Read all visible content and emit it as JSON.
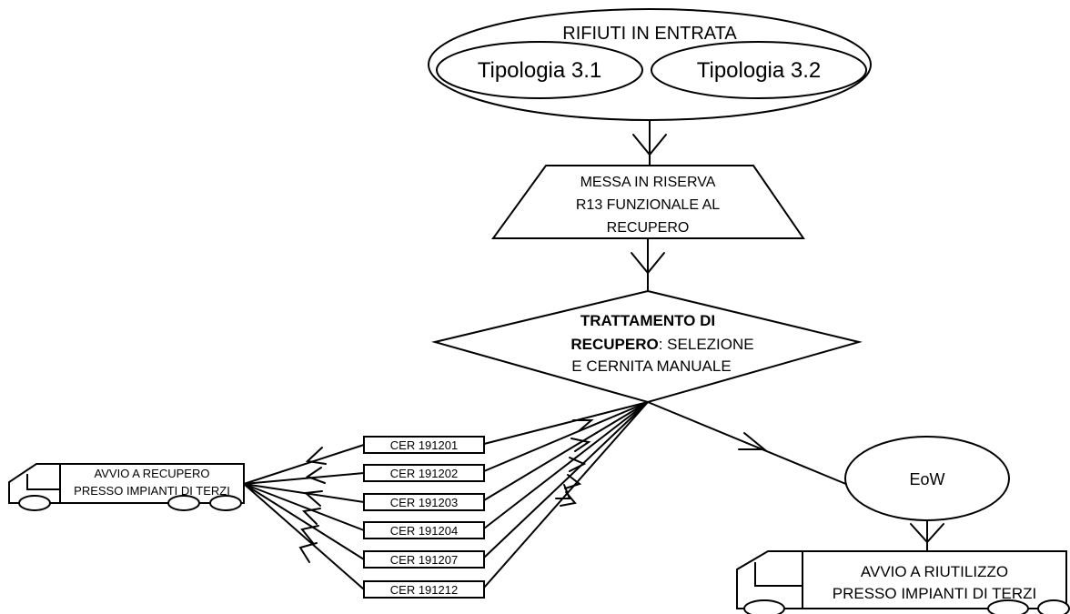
{
  "diagram": {
    "input": {
      "title": "RIFIUTI IN ENTRATA",
      "types": [
        "Tipologia 3.1",
        "Tipologia 3.2"
      ]
    },
    "storage": {
      "lines": [
        "MESSA IN RISERVA",
        "R13 FUNZIONALE AL",
        "RECUPERO"
      ]
    },
    "treatment": {
      "line1": "TRATTAMENTO DI",
      "line2_bold": "RECUPERO",
      "line2_rest": ": SELEZIONE",
      "line3": "E CERNITA MANUALE"
    },
    "cer_codes": [
      "CER 191201",
      "CER 191202",
      "CER 191203",
      "CER 191204",
      "CER 191207",
      "CER 191212"
    ],
    "truck_recovery": {
      "lines": [
        "AVVIO A RECUPERO",
        "PRESSO IMPIANTI DI TERZI"
      ]
    },
    "eow": {
      "label": "EoW"
    },
    "truck_reuse": {
      "lines": [
        "AVVIO A RIUTILIZZO",
        "PRESSO IMPIANTI DI TERZI"
      ]
    }
  }
}
